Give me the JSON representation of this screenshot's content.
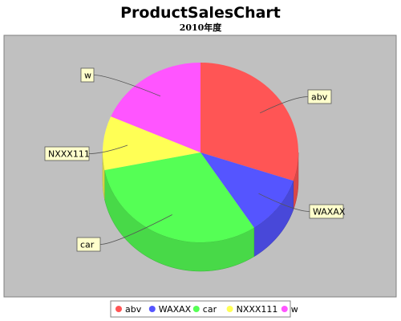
{
  "chart_data": {
    "type": "pie",
    "title": "ProductSalesChart",
    "subtitle": "2010年度",
    "categories": [
      "abv",
      "WAXAX",
      "car",
      "NXXX111",
      "w"
    ],
    "values": [
      31,
      11,
      32,
      10,
      19
    ],
    "colors": [
      "#ff5555",
      "#5555ff",
      "#55ff55",
      "#ffff55",
      "#ff55ff"
    ],
    "legend_position": "bottom",
    "three_d": true
  }
}
